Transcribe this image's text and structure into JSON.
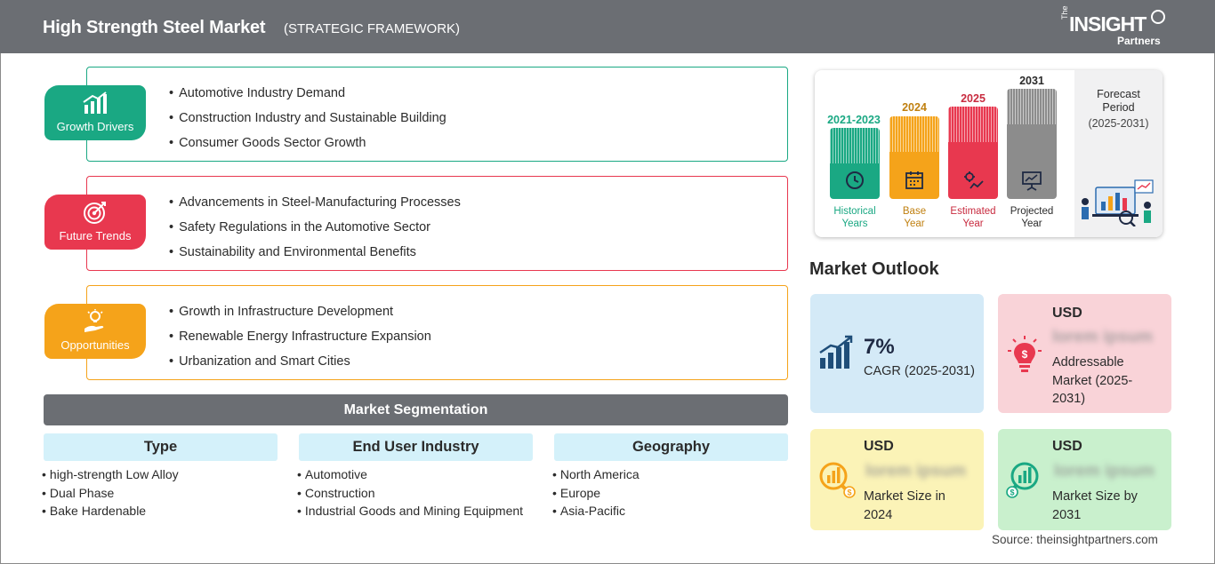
{
  "header": {
    "title": "High Strength Steel Market",
    "subtitle": "(STRATEGIC FRAMEWORK)",
    "logo": {
      "the": "The",
      "insight": "INSIGHT",
      "partners": "Partners"
    }
  },
  "framework": [
    {
      "label": "Growth Drivers",
      "color": "#1aa883",
      "icon": "growth-chart-icon",
      "items": [
        "Automotive Industry Demand",
        "Construction Industry and Sustainable Building",
        "Consumer Goods Sector Growth"
      ]
    },
    {
      "label": "Future Trends",
      "color": "#e8384f",
      "icon": "target-icon",
      "items": [
        "Advancements in Steel-Manufacturing Processes",
        "Safety Regulations in the Automotive Sector",
        "Sustainability and Environmental Benefits"
      ]
    },
    {
      "label": "Opportunities",
      "color": "#f5a31a",
      "icon": "idea-hand-icon",
      "items": [
        "Growth in Infrastructure Development",
        "Renewable Energy Infrastructure Expansion",
        "Urbanization and Smart Cities"
      ]
    }
  ],
  "segmentation": {
    "title": "Market Segmentation",
    "columns": [
      {
        "header": "Type",
        "items": [
          "high-strength Low Alloy",
          "Dual Phase",
          "Bake Hardenable"
        ]
      },
      {
        "header": "End User Industry",
        "items": [
          "Automotive",
          "Construction",
          "Industrial Goods and Mining Equipment"
        ]
      },
      {
        "header": "Geography",
        "items": [
          "North America",
          "Europe",
          "Asia-Pacific"
        ]
      }
    ]
  },
  "timeline": {
    "bars": [
      {
        "year": "2021-2023",
        "caption1": "Historical",
        "caption2": "Years",
        "color": "#1aa883",
        "icon": "history-clock-icon"
      },
      {
        "year": "2024",
        "caption1": "Base",
        "caption2": "Year",
        "color": "#f5a31a",
        "icon": "calendar-icon"
      },
      {
        "year": "2025",
        "caption1": "Estimated",
        "caption2": "Year",
        "color": "#e8384f",
        "icon": "estimate-gear-icon"
      },
      {
        "year": "2031",
        "caption1": "Projected",
        "caption2": "Year",
        "color": "#8c8c8c",
        "icon": "projection-board-icon"
      }
    ],
    "forecast_title1": "Forecast",
    "forecast_title2": "Period",
    "forecast_range": "(2025-2031)"
  },
  "outlook": {
    "title": "Market Outlook",
    "cagr": {
      "value": "7%",
      "label": "CAGR (2025-2031)",
      "bg": "#d4eaf7"
    },
    "addressable": {
      "currency": "USD",
      "value": "lorem ipsum",
      "line1": "Addressable",
      "line2": "Market (2025-",
      "line3": "2031)",
      "bg": "#f9d3d8"
    },
    "size2024": {
      "currency": "USD",
      "value": "lorem ipsum",
      "line1": "Market Size in",
      "line2": "2024",
      "bg": "#fbf3b7"
    },
    "size2031": {
      "currency": "USD",
      "value": "lorem ipsum",
      "line1": "Market Size by",
      "line2": "2031",
      "bg": "#c9f0cd"
    }
  },
  "source": "Source: theinsightpartners.com"
}
